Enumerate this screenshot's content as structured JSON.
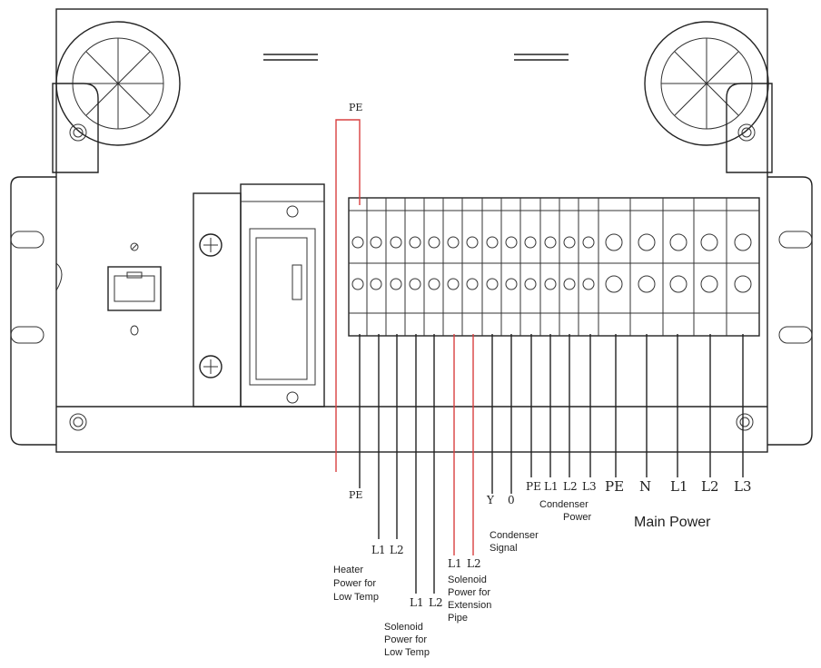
{
  "labels": {
    "pe_top": "PE",
    "pe_left": "PE",
    "heater_l1": "L1",
    "heater_l2": "L2",
    "heater_desc": [
      "Heater",
      "Power for",
      "Low Temp"
    ],
    "sol_low_l1": "L1",
    "sol_low_l2": "L2",
    "sol_low_desc": [
      "Solenoid",
      "Power for",
      "Low Temp"
    ],
    "sol_ext_l1": "L1",
    "sol_ext_l2": "L2",
    "sol_ext_desc": [
      "Solenoid",
      "Power for",
      "Extension",
      "Pipe"
    ],
    "cond_sig_y": "Y",
    "cond_sig_0": "0",
    "cond_sig_desc": [
      "Condenser",
      "Signal"
    ],
    "cond_pow_pe": "PE",
    "cond_pow_l1": "L1",
    "cond_pow_l2": "L2",
    "cond_pow_l3": "L3",
    "cond_pow_desc": [
      "Condenser",
      "Power"
    ],
    "main_pe": "PE",
    "main_n": "N",
    "main_l1": "L1",
    "main_l2": "L2",
    "main_l3": "L3",
    "main_power": "Main Power"
  },
  "colors": {
    "line": "#222222",
    "pe_wire": "#d84040",
    "background": "#ffffff"
  }
}
